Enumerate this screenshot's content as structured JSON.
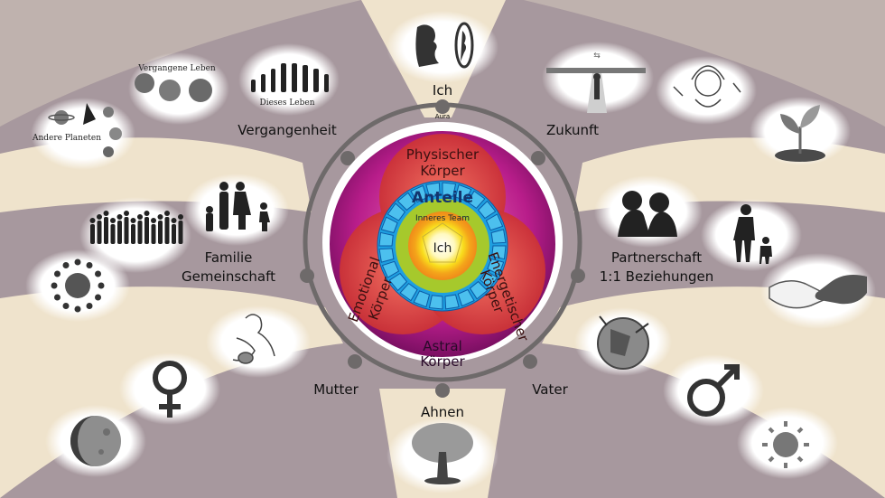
{
  "center": {
    "ich": "Ich",
    "anteile": "Anteile",
    "inneres_team": "Inneres Team",
    "aura": "Aura"
  },
  "bodies": {
    "physisch_1": "Physischer",
    "physisch_2": "Körper",
    "energetisch_1": "Energetischer",
    "energetisch_2": "Körper",
    "emotional_1": "Emotional",
    "emotional_2": "Körper",
    "astral_1": "Astral",
    "astral_2": "Körper"
  },
  "labels": {
    "ich": "Ich",
    "vergangenheit": "Vergangenheit",
    "zukunft": "Zukunft",
    "familie_1": "Familie",
    "familie_2": "Gemeinschaft",
    "partnerschaft_1": "Partnerschaft",
    "partnerschaft_2": "1:1 Beziehungen",
    "mutter": "Mutter",
    "vater": "Vater",
    "ahnen": "Ahnen"
  },
  "bubbles": {
    "vergangene_leben": "Vergangene Leben",
    "dieses_leben": "Dieses Leben",
    "andere_planeten": "Andere Planeten"
  },
  "icons": [
    "profile-mirror-icon",
    "crossroad-icon",
    "dreamer-icon",
    "sprout-icon",
    "couple-icon",
    "father-child-icon",
    "handshake-icon",
    "warrior-icon",
    "male-symbol-icon",
    "sun-icon",
    "tree-icon",
    "mother-baby-icon",
    "female-symbol-icon",
    "moon-icon",
    "crowd-icon",
    "family-icon",
    "globe-people-icon",
    "planets-icon",
    "evolution-icon",
    "globes-icon"
  ],
  "colors": {
    "background": "#a7989e",
    "cream": "#efe3cc",
    "outer_ring": "#6e6a6a",
    "magenta": "#a8157f",
    "red": "#d8443c",
    "blue": "#1e9fe0",
    "green": "#a6c92c",
    "yellow": "#f5d31a"
  }
}
